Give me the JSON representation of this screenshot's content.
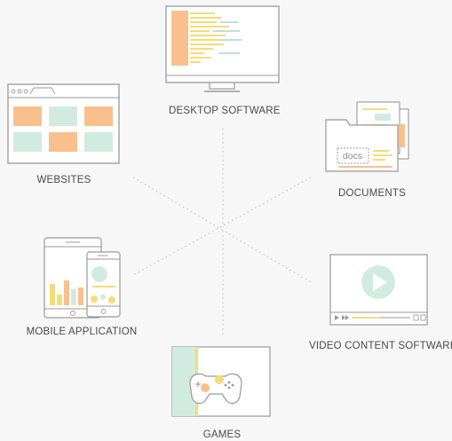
{
  "labels": {
    "desktop": "DESKTOP SOFTWARE",
    "websites": "WEBSITES",
    "documents": "DOCUMENTS",
    "mobile": "MOBILE APPLICATION",
    "video": "VIDEO CONTENT SOFTWARE",
    "games": "GAMES"
  },
  "docs_tag": "docs",
  "colors": {
    "orange": "#f9c08e",
    "mint": "#d2ebe1",
    "yellow": "#f4dc7a",
    "outline": "#9a9a9a"
  }
}
